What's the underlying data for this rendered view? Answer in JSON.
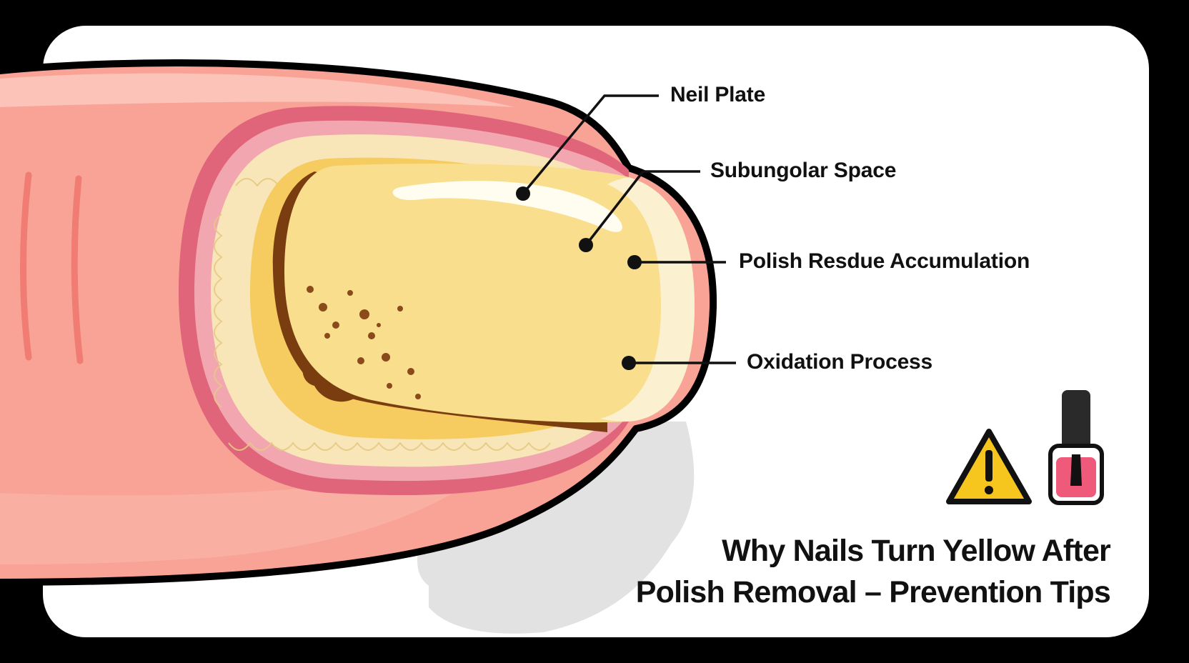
{
  "labels": {
    "nail_plate": "Neil Plate",
    "subungual_space": "Subungolar Space",
    "polish_residue": "Polish Resdue Accumulation",
    "oxidation": "Oxidation Process"
  },
  "title": {
    "line1": "Why Nails Turn Yellow After",
    "line2": "Polish Removal – Prevention Tips"
  },
  "icons": {
    "warning": "warning-triangle-icon",
    "polish": "nail-polish-bottle-icon"
  },
  "colors": {
    "skin": "#F8A396",
    "nail": "#F9DE8E",
    "cuticle_rim": "#E0657A",
    "stain": "#7A3D10",
    "warning_yellow": "#F6C51E",
    "polish_pink": "#EF5A7A"
  }
}
